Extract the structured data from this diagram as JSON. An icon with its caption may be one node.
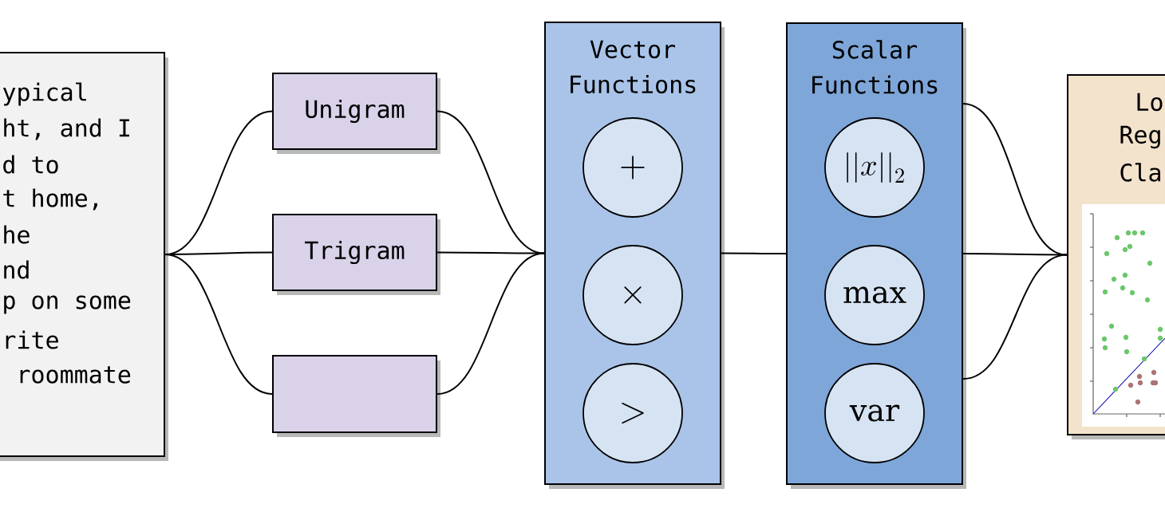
{
  "diagram": {
    "nodes": [
      {
        "text": [
          "ypical",
          "ht, and I",
          "d to",
          "t home,",
          "he",
          "nd",
          "p on some",
          "rite",
          "roommate"
        ]
      },
      {
        "text": [
          "Unigram"
        ]
      },
      {
        "text": [
          "Trigram"
        ]
      },
      {
        "text": [],
        "shape": "box"
      },
      {
        "text": [
          "Vector Functions"
        ]
      },
      {
        "text": [
          "+"
        ],
        "in": 4
      },
      {
        "text": [
          "\\times"
        ],
        "in": 4
      },
      {
        "text": [
          ">"
        ],
        "in": 4
      },
      {
        "text": [
          "Scalar Functions"
        ]
      },
      {
        "text": [
          "||x||_2"
        ],
        "in": 8
      },
      {
        "text": [
          "\\mathrm{max}"
        ],
        "in": 8
      },
      {
        "text": [
          "\\mathrm{var}"
        ],
        "in": 8
      },
      {
        "text": [
          "Lo",
          "Reg",
          "Cla"
        ]
      }
    ],
    "edges": [
      {
        "from": 0,
        "to": 1,
        "arrow": "none"
      },
      {
        "from": 0,
        "to": 2,
        "arrow": "none"
      },
      {
        "from": 0,
        "to": 3,
        "arrow": "none"
      },
      {
        "from": 1,
        "to": 4,
        "arrow": "none"
      },
      {
        "from": 2,
        "to": 4,
        "arrow": "none"
      },
      {
        "from": 3,
        "to": 4,
        "arrow": "none"
      },
      {
        "from": 4,
        "to": 8,
        "arrow": "none"
      },
      {
        "from": 8,
        "to": 12,
        "arrow": "none"
      },
      {
        "from": 8,
        "to": 12,
        "arrow": "none"
      },
      {
        "from": 8,
        "to": 12,
        "arrow": "none"
      }
    ]
  }
}
